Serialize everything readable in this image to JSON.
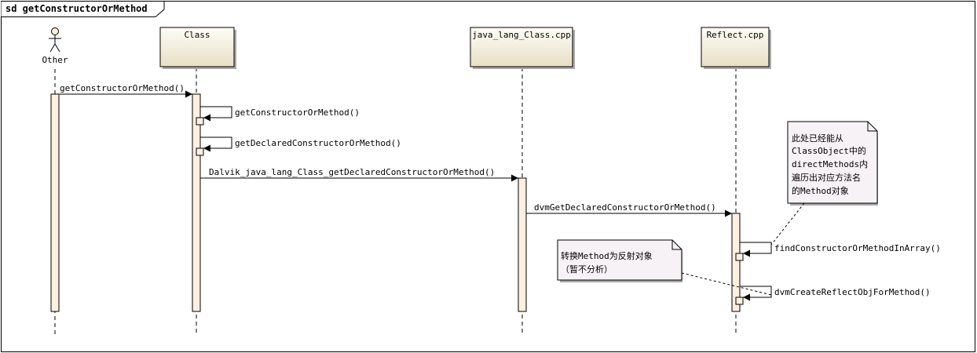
{
  "frame": {
    "title": "sd getConstructorOrMethod"
  },
  "participants": {
    "other": {
      "label": "Other",
      "kind": "actor"
    },
    "class": {
      "label": "Class"
    },
    "java_lang_class": {
      "label": "java_lang_Class.cpp"
    },
    "reflect": {
      "label": "Reflect.cpp"
    }
  },
  "messages": {
    "m1": "getConstructorOrMethod()",
    "m2": "getConstructorOrMethod()",
    "m3": "getDeclaredConstructorOrMethod()",
    "m4": "Dalvik_java_lang_Class_getDeclaredConstructorOrMethod()",
    "m5": "dvmGetDeclaredConstructorOrMethod()",
    "m6": "findConstructorOrMethodInArray()",
    "m7": "dvmCreateReflectObjForMethod()"
  },
  "notes": {
    "note1": {
      "lines": [
        "此处已经能从",
        "ClassObject中的",
        "directMethods内",
        "遍历出对应方法名",
        "的Method对象"
      ]
    },
    "note2": {
      "lines": [
        "转换Method为反射对象",
        "（暂不分析）"
      ]
    }
  },
  "colors": {
    "participant_fill_top": "#fefcf6",
    "participant_fill_bottom": "#e8dfc6",
    "activation_fill": "#fdf0e0",
    "note_fill": "#f6f2f6",
    "line": "#000000",
    "shadow": "#aaaaaa"
  }
}
